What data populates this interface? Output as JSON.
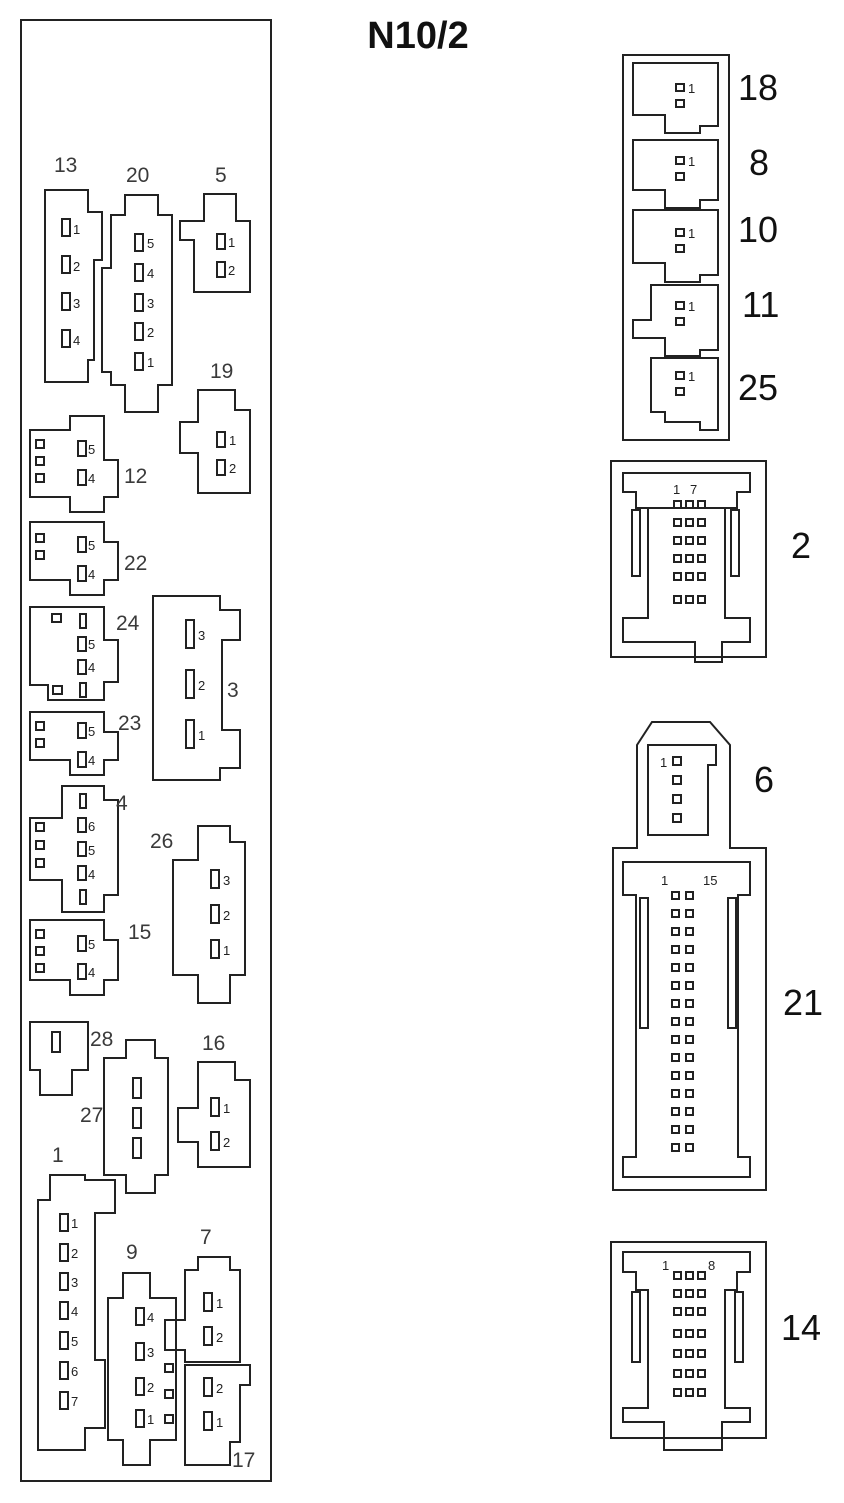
{
  "title": "N10/2",
  "colors": {
    "stroke": "#222222",
    "background": "#ffffff"
  },
  "connectors": [
    {
      "label": "13",
      "pins": [
        "1",
        "2",
        "3",
        "4"
      ]
    },
    {
      "label": "20",
      "pins": [
        "5",
        "4",
        "3",
        "2",
        "1"
      ]
    },
    {
      "label": "5",
      "pins": [
        "1",
        "2"
      ]
    },
    {
      "label": "19",
      "pins": [
        "1",
        "2"
      ]
    },
    {
      "label": "12",
      "pins": [
        "5",
        "4"
      ]
    },
    {
      "label": "22",
      "pins": [
        "5",
        "4"
      ]
    },
    {
      "label": "24",
      "pins": [
        "5",
        "4"
      ]
    },
    {
      "label": "3",
      "pins": [
        "3",
        "2",
        "1"
      ]
    },
    {
      "label": "23",
      "pins": [
        "5",
        "4"
      ]
    },
    {
      "label": "4",
      "pins": [
        "6",
        "5",
        "4"
      ]
    },
    {
      "label": "26",
      "pins": [
        "3",
        "2",
        "1"
      ]
    },
    {
      "label": "15",
      "pins": [
        "5",
        "4"
      ]
    },
    {
      "label": "28",
      "pins": []
    },
    {
      "label": "27",
      "pins": []
    },
    {
      "label": "16",
      "pins": [
        "1",
        "2"
      ]
    },
    {
      "label": "1",
      "pins": [
        "1",
        "2",
        "3",
        "4",
        "5",
        "6",
        "7"
      ]
    },
    {
      "label": "9",
      "pins": [
        "4",
        "3",
        "2",
        "1"
      ]
    },
    {
      "label": "7",
      "pins": [
        "1",
        "2"
      ]
    },
    {
      "label": "17",
      "pins": [
        "2",
        "1"
      ]
    }
  ],
  "right_connectors": [
    {
      "label": "18",
      "pin": "1"
    },
    {
      "label": "8",
      "pin": "1"
    },
    {
      "label": "10",
      "pin": "1"
    },
    {
      "label": "11",
      "pin": "1"
    },
    {
      "label": "25",
      "pin": "1"
    },
    {
      "label": "2",
      "pins": [
        "1",
        "7"
      ]
    },
    {
      "label": "6",
      "pin": "1"
    },
    {
      "label": "21",
      "pins": [
        "1",
        "15"
      ]
    },
    {
      "label": "14",
      "pins": [
        "1",
        "8"
      ]
    }
  ]
}
